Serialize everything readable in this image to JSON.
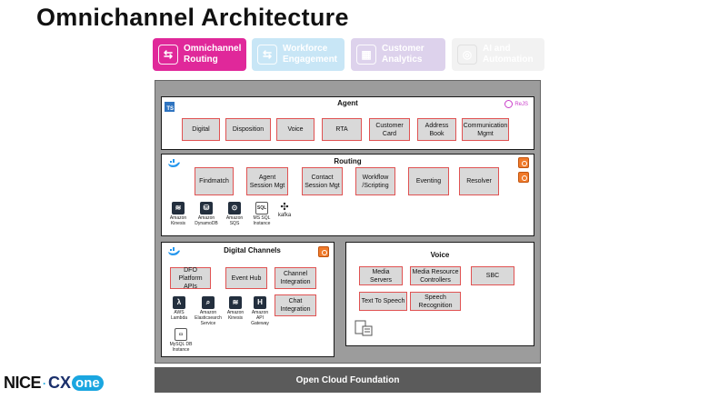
{
  "title": "Omnichannel Architecture",
  "tabs": [
    {
      "label_line1": "Omnichannel",
      "label_line2": "Routing"
    },
    {
      "label_line1": "Workforce",
      "label_line2": "Engagement"
    },
    {
      "label_line1": "Customer",
      "label_line2": "Analytics"
    },
    {
      "label_line1": "AI and",
      "label_line2": "Automation"
    }
  ],
  "agent": {
    "title": "Agent",
    "badge_ts": "TS",
    "badge_react": "ReJS",
    "boxes": [
      "Digital",
      "Disposition",
      "Voice",
      "RTA",
      "Customer Card",
      "Address Book",
      "Communication Mgmt"
    ]
  },
  "routing": {
    "title": "Routing",
    "boxes": [
      "Findmatch",
      "Agent Session Mgt",
      "Contact Session Mgt",
      "Workflow /Scripting",
      "Eventing",
      "Resolver"
    ],
    "services": [
      {
        "icon": "amazon-kinesis-icon",
        "label": "Amazon Kinesis"
      },
      {
        "icon": "amazon-dynamodb-icon",
        "label": "Amazon DynamoDB"
      },
      {
        "icon": "amazon-sqs-icon",
        "label": "Amazon SQS"
      },
      {
        "icon": "ms-sql-instance-icon",
        "label": "MS SQL Instance"
      },
      {
        "icon": "kafka-icon",
        "label": "kafka"
      }
    ]
  },
  "digital": {
    "title": "Digital Channels",
    "boxes": [
      "DFO Platform APIs",
      "Event Hub",
      "Channel Integration",
      "Chat Integration"
    ],
    "services": [
      {
        "icon": "aws-lambda-icon",
        "label": "AWS Lambda"
      },
      {
        "icon": "amazon-elasticsearch-icon",
        "label": "Amazon Elasticsearch Service"
      },
      {
        "icon": "amazon-kinesis-icon",
        "label": "Amazon Kinesis"
      },
      {
        "icon": "amazon-api-gateway-icon",
        "label": "Amazon API Gateway"
      },
      {
        "icon": "mysql-db-instance-icon",
        "label": "MySQL DB Instance"
      }
    ]
  },
  "voice": {
    "title": "Voice",
    "boxes": [
      "Media Servers",
      "Media Resource Controllers",
      "SBC",
      "Text To Speech",
      "Speech Recognition"
    ]
  },
  "foundation": "Open Cloud Foundation",
  "logo": {
    "nice": "NICE",
    "cx": "CX",
    "one": "one"
  },
  "colors": {
    "tab_routing": "#e0289a",
    "tab_workforce": "#c8e6f6",
    "tab_analytics": "#ddd2ec",
    "tab_ai": "#f2f2f2",
    "box_border": "#e05252",
    "foundation": "#5b5b5b"
  }
}
